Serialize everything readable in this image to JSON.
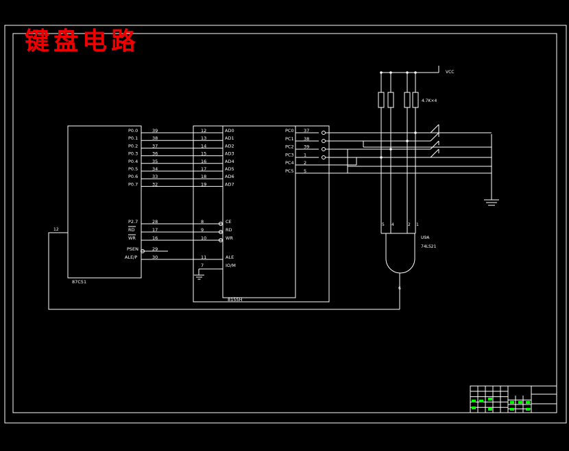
{
  "title": "键盘电路",
  "mcu": {
    "label": "87C51",
    "pins": [
      {
        "name": "P0.0",
        "num": "39"
      },
      {
        "name": "P0.1",
        "num": "38"
      },
      {
        "name": "P0.2",
        "num": "37"
      },
      {
        "name": "P0.3",
        "num": "36"
      },
      {
        "name": "P0.4",
        "num": "35"
      },
      {
        "name": "P0.5",
        "num": "34"
      },
      {
        "name": "P0.6",
        "num": "33"
      },
      {
        "name": "P0.7",
        "num": "32"
      }
    ],
    "ctrl_pins": [
      {
        "name": "P2.7",
        "num": "28"
      },
      {
        "name": "RD",
        "num": "17"
      },
      {
        "name": "WR",
        "num": "16"
      },
      {
        "name": "PSEN",
        "num": "29"
      },
      {
        "name": "ALE/P",
        "num": "30"
      }
    ],
    "int_pin": "12"
  },
  "ppi": {
    "label": "8155H",
    "ad_pins": [
      {
        "name": "AD0",
        "num": "12"
      },
      {
        "name": "AD1",
        "num": "13"
      },
      {
        "name": "AD2",
        "num": "14"
      },
      {
        "name": "AD3",
        "num": "15"
      },
      {
        "name": "AD4",
        "num": "16"
      },
      {
        "name": "AD5",
        "num": "17"
      },
      {
        "name": "AD6",
        "num": "18"
      },
      {
        "name": "AD7",
        "num": "19"
      }
    ],
    "ctrl_pins": [
      {
        "name": "CE",
        "num": "8"
      },
      {
        "name": "RD",
        "num": "9"
      },
      {
        "name": "WR",
        "num": "10"
      },
      {
        "name": "ALE",
        "num": "11"
      },
      {
        "name": "IO/M",
        "num": "7"
      }
    ],
    "pc_pins": [
      {
        "name": "PC0",
        "num": "37"
      },
      {
        "name": "PC1",
        "num": "38"
      },
      {
        "name": "PC2",
        "num": "39"
      },
      {
        "name": "PC3",
        "num": "1"
      },
      {
        "name": "PC4",
        "num": "2"
      },
      {
        "name": "PC5",
        "num": "5"
      }
    ]
  },
  "vcc_label": "VCC",
  "resistor_label": "4.7K×4",
  "gate": {
    "ref": "U9A",
    "part": "74LS21",
    "in_pins": [
      "5",
      "4",
      "2",
      "1"
    ],
    "out_pin": "6"
  },
  "colors": {
    "background": "#000000",
    "wire": "#ffffff",
    "title": "#ff0000",
    "table_accent": "#00ff00"
  }
}
